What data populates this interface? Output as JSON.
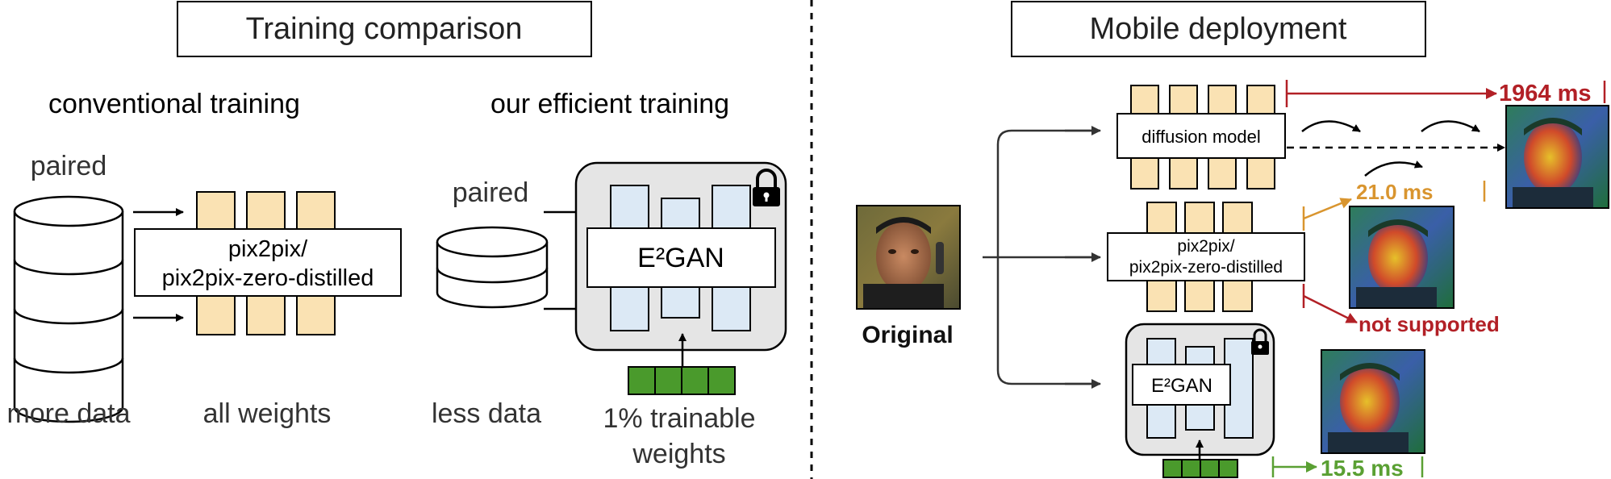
{
  "left_panel": {
    "title": "Training comparison",
    "conventional": {
      "heading": "conventional training",
      "data_label": "paired",
      "model_line1": "pix2pix/",
      "model_line2": "pix2pix-zero-distilled",
      "caption_data": "more data",
      "caption_weights": "all weights"
    },
    "efficient": {
      "heading": "our efficient training",
      "data_label": "paired",
      "model": "E²GAN",
      "caption_data": "less data",
      "caption_weights_line1": "1% trainable",
      "caption_weights_line2": "weights"
    }
  },
  "right_panel": {
    "title": "Mobile deployment",
    "input_caption": "Original",
    "diffusion": {
      "label": "diffusion model",
      "latency": "1964 ms"
    },
    "pix2pix": {
      "line1": "pix2pix/",
      "line2": "pix2pix-zero-distilled",
      "latency": "21.0 ms",
      "unsupported": "not supported"
    },
    "e2gan": {
      "label": "E²GAN",
      "latency": "15.5 ms"
    }
  },
  "colors": {
    "weight_block": "#fae2b3",
    "gan_block": "#dce9f5",
    "gray_panel": "#e5e5e5",
    "trainable": "#4a9a2c",
    "diffusion_latency": "#b22026",
    "pix2pix_latency": "#d9952f",
    "e2gan_latency": "#5aa033"
  }
}
